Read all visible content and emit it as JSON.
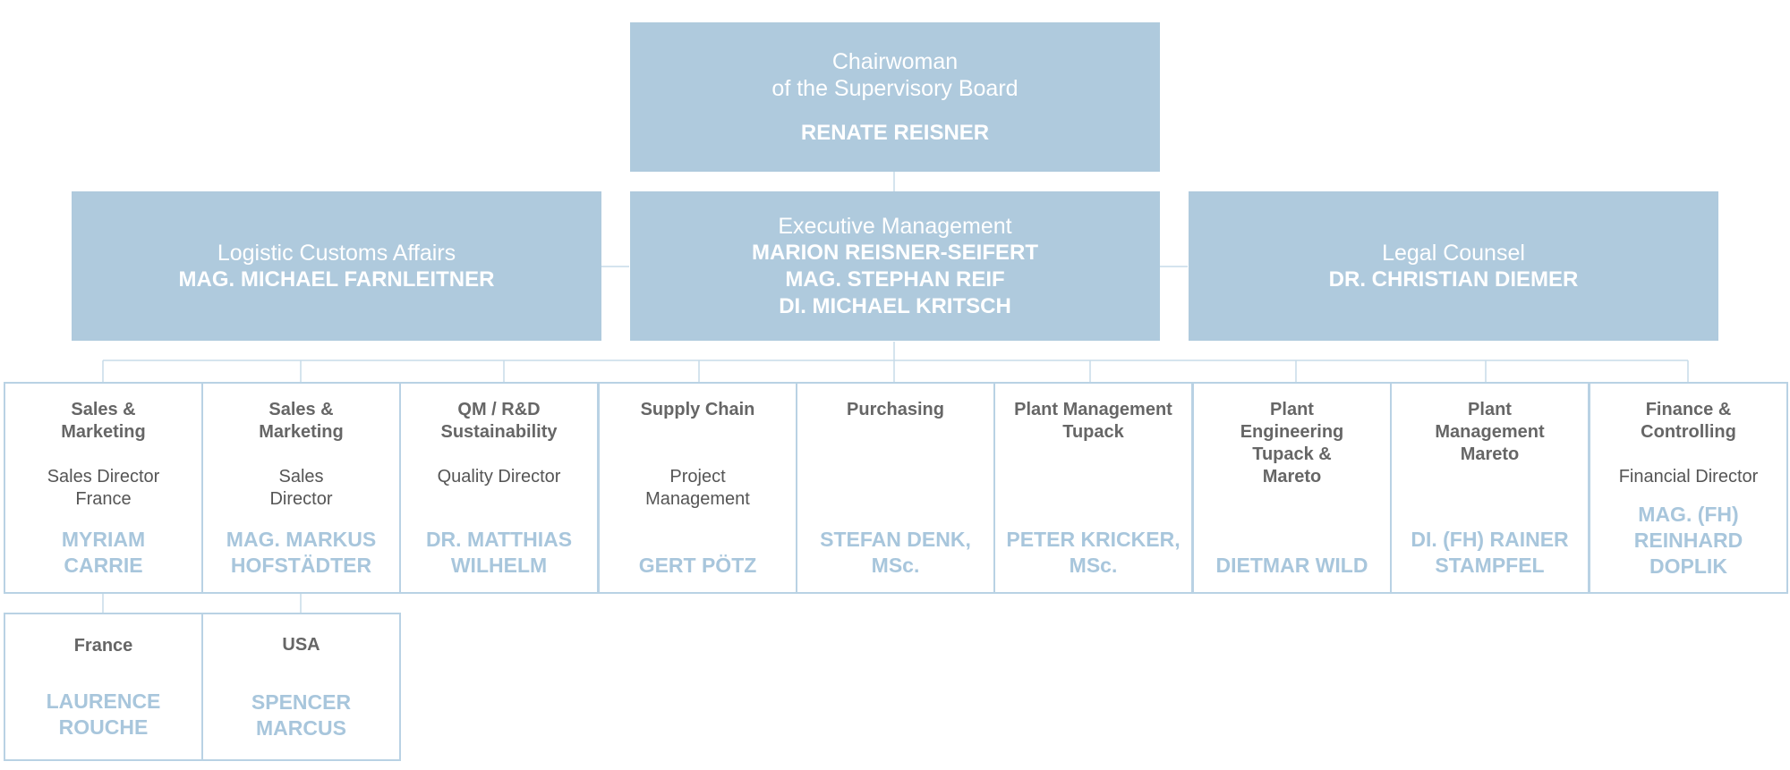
{
  "chairwoman": {
    "label": "Chairwoman\nof the Supervisory Board",
    "name": "RENATE REISNER"
  },
  "left_box": {
    "label": "Logistic Customs Affairs",
    "name": "MAG. MICHAEL FARNLEITNER"
  },
  "center_box": {
    "label": "Executive Management",
    "names": [
      "MARION REISNER-SEIFERT",
      "MAG. STEPHAN REIF",
      "DI. MICHAEL KRITSCH"
    ]
  },
  "right_box": {
    "label": "Legal Counsel",
    "name": "DR. CHRISTIAN DIEMER"
  },
  "departments": [
    {
      "title": "Sales &\nMarketing",
      "role": "Sales Director\nFrance",
      "person": "MYRIAM\nCARRIE"
    },
    {
      "title": "Sales &\nMarketing",
      "role": "Sales\nDirector",
      "person": "MAG. MARKUS\nHOFSTÄDTER"
    },
    {
      "title": "QM / R&D\nSustainability",
      "role": "Quality Director",
      "person": "DR. MATTHIAS\nWILHELM"
    },
    {
      "title": "Supply Chain",
      "role": "Project\nManagement",
      "person": "GERT PÖTZ"
    },
    {
      "title": "Purchasing",
      "role": "",
      "person": "STEFAN DENK,\nMSc."
    },
    {
      "title": "Plant Management\nTupack",
      "role": "",
      "person": "PETER KRICKER,\nMSc."
    },
    {
      "title": "Plant\nEngineering\nTupack &\nMareto",
      "role": "",
      "person": "DIETMAR WILD"
    },
    {
      "title": "Plant\nManagement\nMareto",
      "role": "",
      "person": "DI. (FH) RAINER\nSTAMPFEL"
    },
    {
      "title": "Finance &\nControlling",
      "role": "Financial Director",
      "person": "MAG. (FH)\nREINHARD\nDOPLIK"
    }
  ],
  "sub_departments": [
    {
      "title": "France",
      "person": "LAURENCE\nROUCHE"
    },
    {
      "title": "USA",
      "person": "SPENCER\nMARCUS"
    }
  ],
  "colors": {
    "box_fill": "#afcadd",
    "border": "#b9d2e4",
    "name_text": "#a8c6dc",
    "title_text": "#666666"
  }
}
